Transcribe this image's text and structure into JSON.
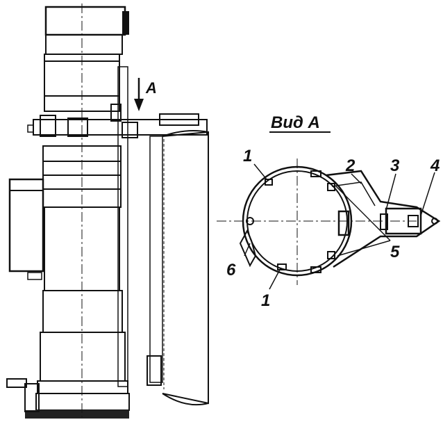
{
  "labels": {
    "arrow": "A",
    "view_title": "Вид А",
    "callouts": [
      "1",
      "2",
      "3",
      "4",
      "5",
      "6",
      "1"
    ]
  },
  "colors": {
    "ink": "#111111",
    "paper": "#ffffff"
  }
}
